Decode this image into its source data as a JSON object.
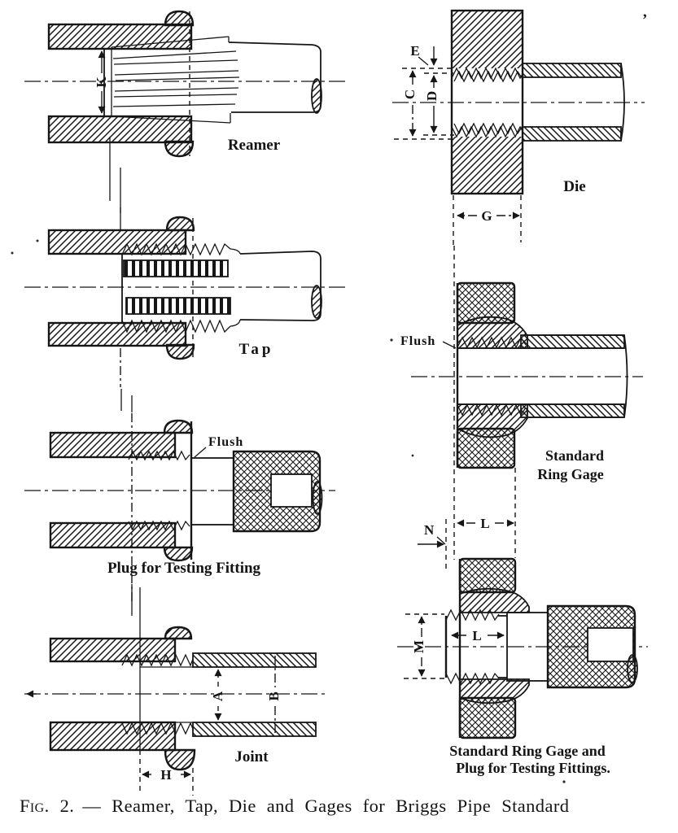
{
  "page": {
    "background": "#ffffff",
    "ink": "#161616",
    "stray_mark": "’",
    "caption": {
      "prefix": "Fig. 2.",
      "rest": "— Reamer, Tap, Die and Gages for Briggs Pipe Standard"
    }
  },
  "drawings": {
    "reamer": {
      "label": "Reamer",
      "dim_k": "K"
    },
    "tap": {
      "label": "Tap"
    },
    "plug": {
      "label": "Plug for Testing Fitting",
      "flush": "Flush"
    },
    "joint": {
      "label": "Joint",
      "dim_a": "A",
      "dim_b": "B",
      "dim_h": "H"
    },
    "die": {
      "label": "Die",
      "dim_e": "E",
      "dim_c": "C",
      "dim_d": "D",
      "dim_g": "G"
    },
    "ring_gage": {
      "label_line1": "Standard",
      "label_line2": "Ring Gage",
      "flush": "Flush"
    },
    "ring_gage_plug": {
      "label_line1": "Standard Ring Gage and",
      "label_line2": "Plug for Testing Fittings.",
      "dim_n": "N",
      "dim_l_outer": "L",
      "dim_l_inner": "L",
      "dim_m": "M"
    }
  }
}
